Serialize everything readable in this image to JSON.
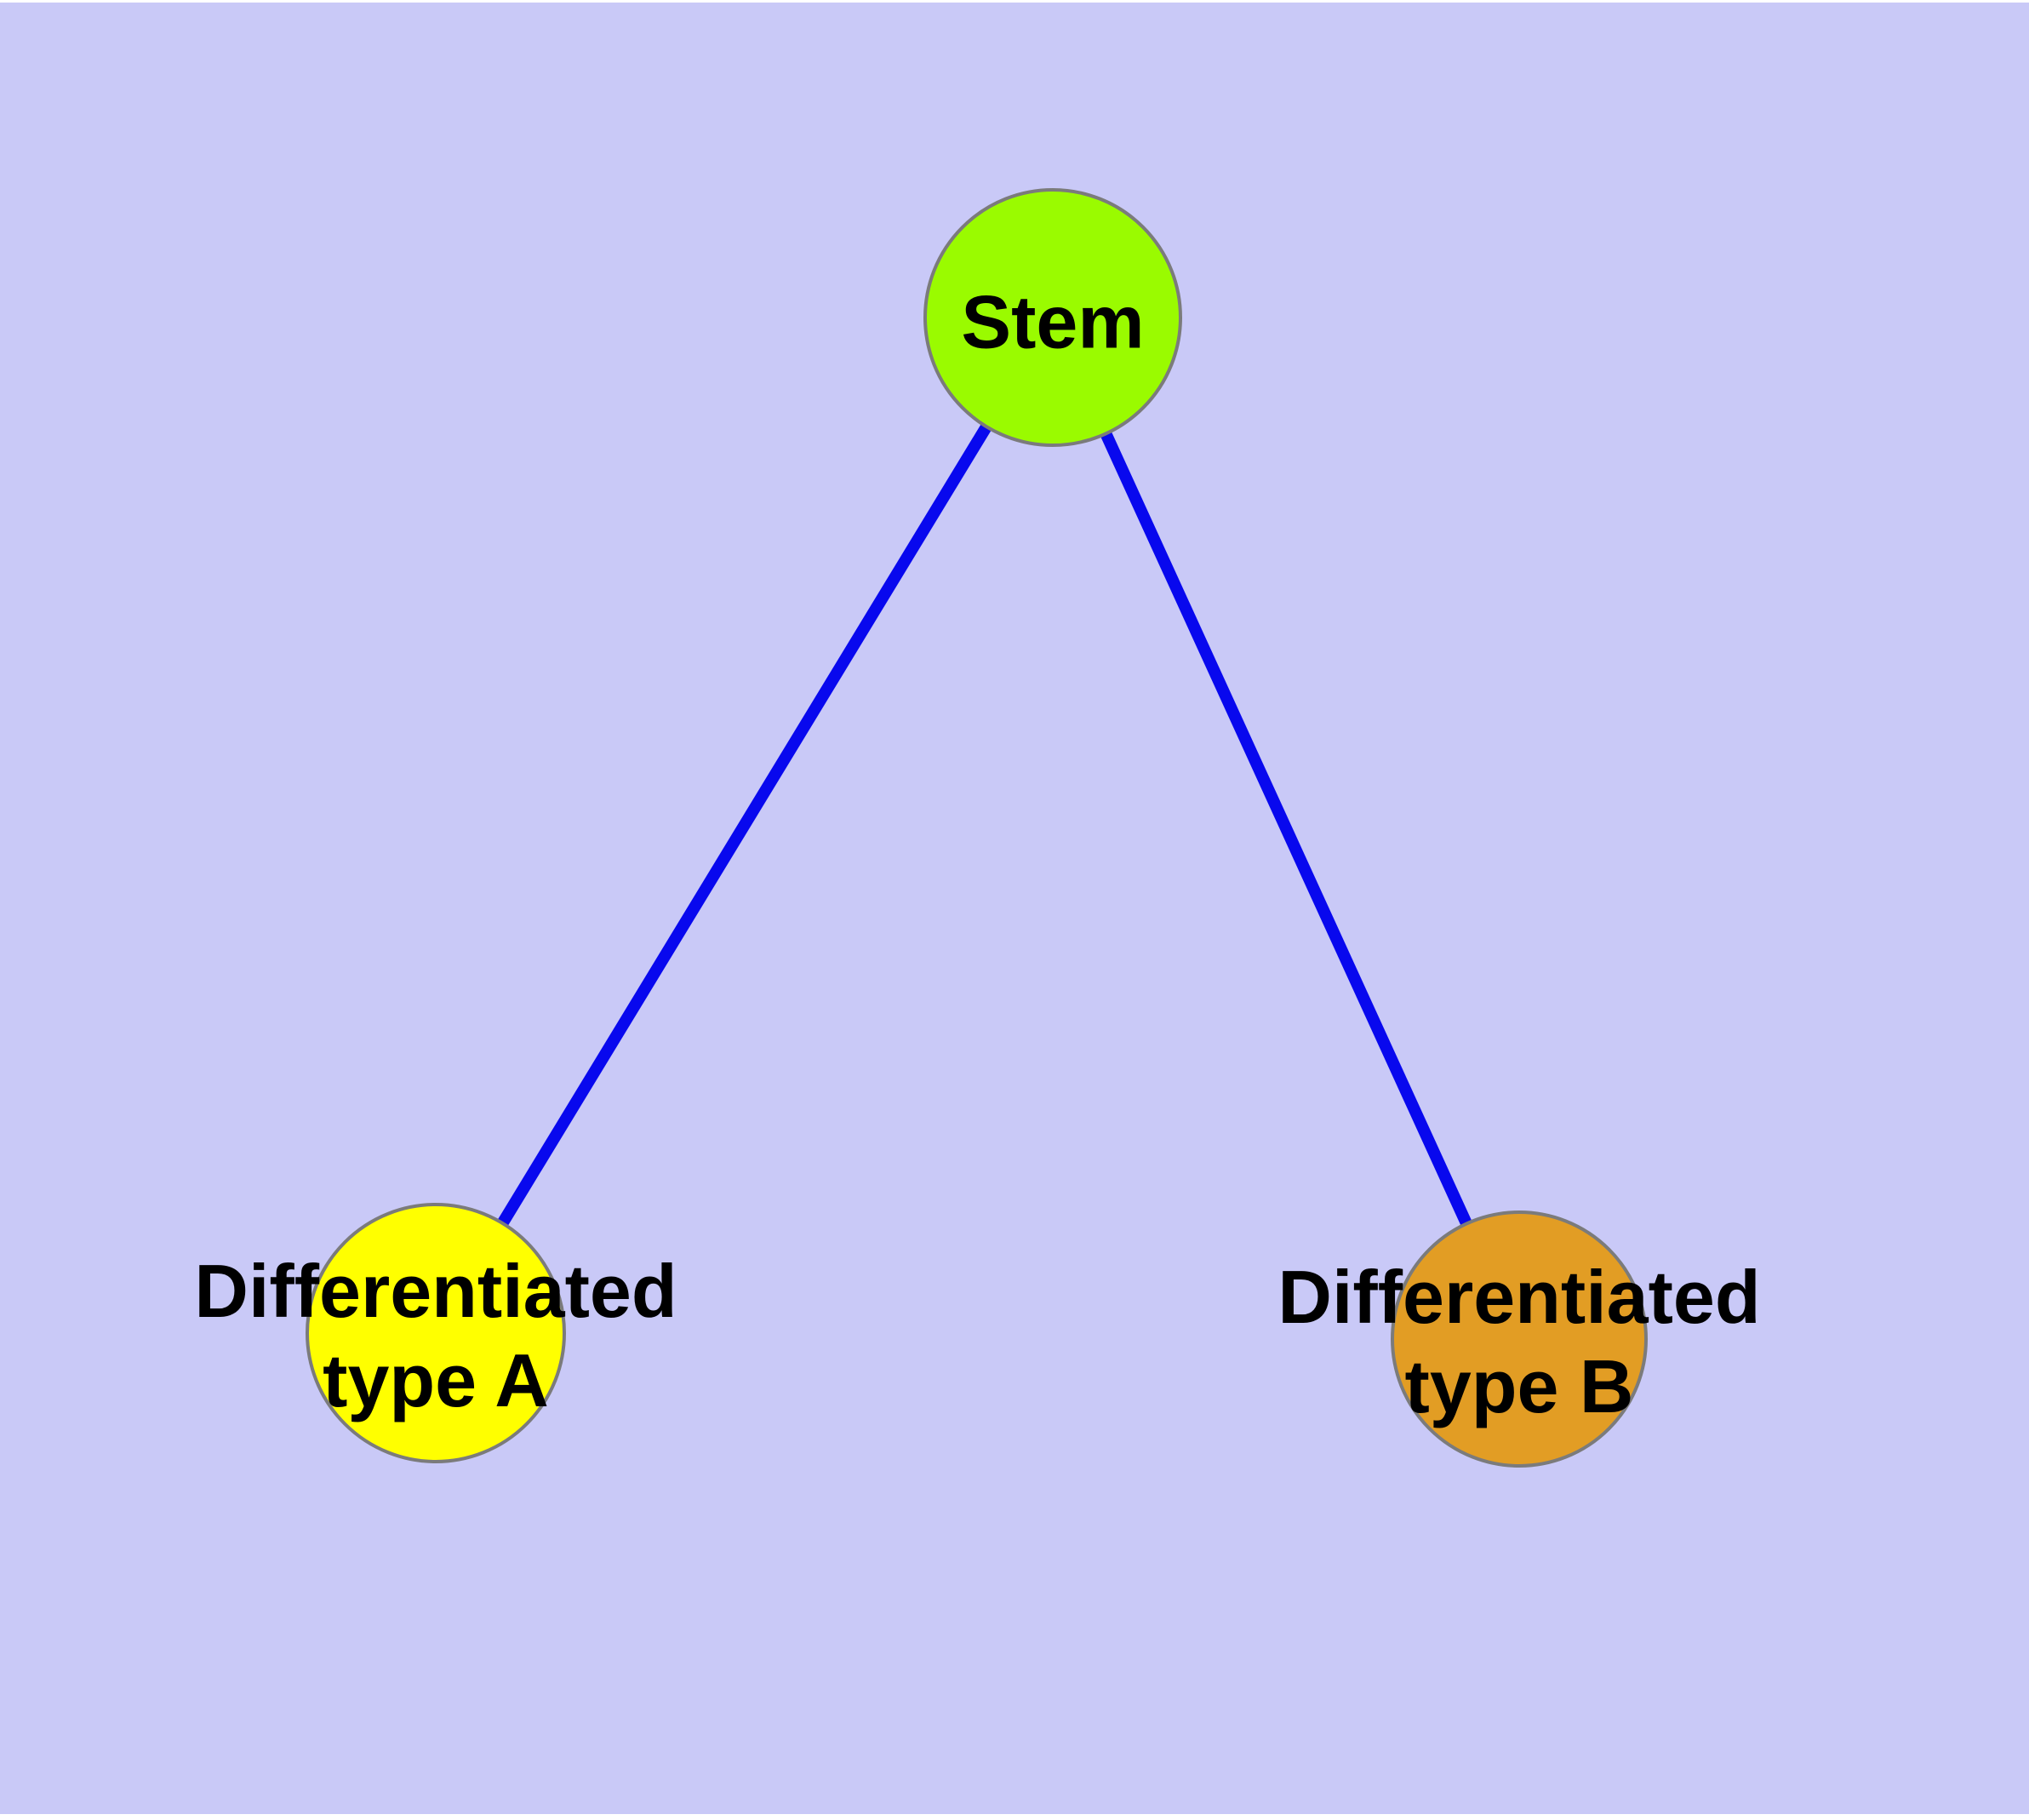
{
  "figure": {
    "description": "Cell differentiation graph diagram",
    "background_color": "#c9c9f7",
    "page_margin_color": "#ffffff"
  },
  "nodes": {
    "stem": {
      "label": "Stem",
      "color": "#9afb00",
      "border_color": "#7b7b7b"
    },
    "type_a": {
      "label_line1": "Differentiated",
      "label_line2": "type A",
      "color": "#ffff00",
      "border_color": "#7b7b7b"
    },
    "type_b": {
      "label_line1": "Differentiated",
      "label_line2": "type B",
      "color": "#e29d24",
      "border_color": "#7b7b7b"
    }
  },
  "edges": {
    "color": "#0808ee",
    "list": [
      {
        "from": "Stem",
        "to": "Differentiated type A"
      },
      {
        "from": "Stem",
        "to": "Differentiated type B"
      }
    ]
  }
}
